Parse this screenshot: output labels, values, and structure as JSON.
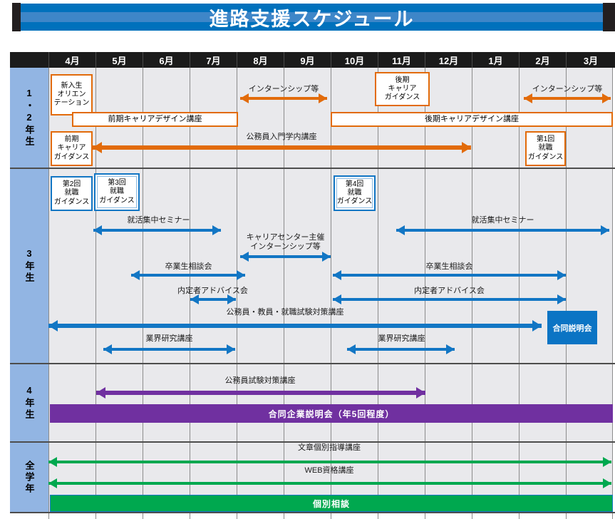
{
  "title": "進路支援スケジュール",
  "months": [
    "4月",
    "5月",
    "6月",
    "7月",
    "8月",
    "9月",
    "10月",
    "11月",
    "12月",
    "1月",
    "2月",
    "3月"
  ],
  "grades": [
    "1・2年生",
    "3年生",
    "4年生",
    "全学年"
  ],
  "colors": {
    "title_blue_dark": "#0071BC",
    "title_blue_light": "#3E86C8",
    "title_end_caps": "#231F20",
    "header_bg": "#1B1B1B",
    "sidebar_bg": "#92B5E3",
    "grid_bg": "#E9E9EC",
    "grid_line": "#8C8C8C",
    "orange": "#E26B0A",
    "blue": "#1276C4",
    "purple": "#7030A0",
    "green": "#00A84F"
  },
  "events": {
    "orientation": {
      "label": "新入生\nオリエン\nテーション",
      "row": "1・2年生",
      "type": "box",
      "color": "#E26B0A",
      "span": "4月"
    },
    "internship_early": {
      "label": "インターンシップ等",
      "row": "1・2年生",
      "type": "arrow",
      "color": "#E26B0A",
      "span": "8月-9月"
    },
    "zenki_design": {
      "label": "前期キャリアデザイン講座",
      "row": "1・2年生",
      "type": "box",
      "color": "#E26B0A",
      "span": "4月中旬-8月上旬"
    },
    "kouki_design": {
      "label": "後期キャリアデザイン講座",
      "row": "1・2年生",
      "type": "box",
      "color": "#E26B0A",
      "span": "10月-3月"
    },
    "zenki_guidance": {
      "label": "前期\nキャリア\nガイダンス",
      "row": "1・2年生",
      "type": "box",
      "color": "#E26B0A",
      "span": "4月"
    },
    "koumuin_nyumon": {
      "label": "公務員入門学内講座",
      "row": "1・2年生",
      "type": "arrow",
      "color": "#E26B0A",
      "span": "4月下旬-12月末"
    },
    "kouki_guidance": {
      "label": "後期\nキャリア\nガイダンス",
      "row": "1・2年生",
      "type": "box",
      "color": "#E26B0A",
      "span": "11月"
    },
    "internship_late": {
      "label": "インターンシップ等",
      "row": "1・2年生",
      "type": "arrow",
      "color": "#E26B0A",
      "span": "2月-3月"
    },
    "guidance1": {
      "label": "第1回\n就職\nガイダンス",
      "row": "1・2年生",
      "type": "box",
      "color": "#E26B0A",
      "span": "2月"
    },
    "guidance2": {
      "label": "第2回\n就職\nガイダンス",
      "row": "3年生",
      "type": "box",
      "color": "#1276C4",
      "span": "4月"
    },
    "guidance3": {
      "label": "第3回\n就職\nガイダンス",
      "row": "3年生",
      "type": "box",
      "color": "#1276C4",
      "span": "5月"
    },
    "guidance4": {
      "label": "第4回\n就職\nガイダンス",
      "row": "3年生",
      "type": "box",
      "color": "#1276C4",
      "span": "10月"
    },
    "shukatsu_seminar_1": {
      "label": "就活集中セミナー",
      "row": "3年生",
      "type": "arrow",
      "color": "#1276C4",
      "span": "5月-7月中旬"
    },
    "shukatsu_seminar_2": {
      "label": "就活集中セミナー",
      "row": "3年生",
      "type": "arrow",
      "color": "#1276C4",
      "span": "12月中旬-3月"
    },
    "cc_internship": {
      "label": "キャリアセンター主催\nインターンシップ等",
      "row": "3年生",
      "type": "arrow",
      "color": "#1276C4",
      "span": "8月-9月"
    },
    "sotsugyo_1": {
      "label": "卒業生相談会",
      "row": "3年生",
      "type": "arrow",
      "color": "#1276C4",
      "span": "5月下旬-8月上旬"
    },
    "naitei_1": {
      "label": "内定者アドバイス会",
      "row": "3年生",
      "type": "arrow",
      "color": "#1276C4",
      "span": "7月"
    },
    "sotsugyo_2": {
      "label": "卒業生相談会",
      "row": "3年生",
      "type": "arrow",
      "color": "#1276C4",
      "span": "10月-1月"
    },
    "naitei_2": {
      "label": "内定者アドバイス会",
      "row": "3年生",
      "type": "arrow",
      "color": "#1276C4",
      "span": "10月-1月"
    },
    "koumuin_kyouin": {
      "label": "公務員・教員・就職試験対策講座",
      "row": "3年生",
      "type": "arrow",
      "color": "#1276C4",
      "span": "4月-2月中旬"
    },
    "goudou_setsumei": {
      "label": "合同説明会",
      "row": "3年生",
      "type": "filled-box",
      "color": "#0B74C4",
      "span": "2月-3月"
    },
    "gyoukai_1": {
      "label": "業界研究講座",
      "row": "3年生",
      "type": "arrow",
      "color": "#1276C4",
      "span": "5月-7月末"
    },
    "gyoukai_2": {
      "label": "業界研究講座",
      "row": "3年生",
      "type": "arrow",
      "color": "#1276C4",
      "span": "10月中旬-12月中旬"
    },
    "koumuin_shiken": {
      "label": "公務員試験対策講座",
      "row": "4年生",
      "type": "arrow",
      "color": "#7030A0",
      "span": "5月-12月上旬"
    },
    "goudou_kigyou": {
      "label": "合同企業説明会（年5回程度）",
      "row": "4年生",
      "type": "filled-bar",
      "color": "#7030A0",
      "span": "通年"
    },
    "bunshou": {
      "label": "文章個別指導講座",
      "row": "全学年",
      "type": "arrow",
      "color": "#00A84F",
      "span": "通年"
    },
    "web_shikaku": {
      "label": "WEB資格講座",
      "row": "全学年",
      "type": "arrow",
      "color": "#00A84F",
      "span": "通年"
    },
    "kobetsu": {
      "label": "個別相談",
      "row": "全学年",
      "type": "filled-bar",
      "color": "#00A84F",
      "span": "通年"
    }
  }
}
